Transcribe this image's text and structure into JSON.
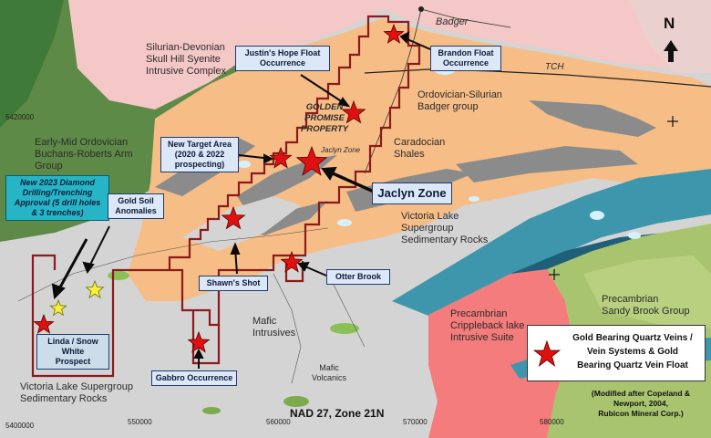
{
  "north_arrow": {
    "label": "N"
  },
  "units": {
    "silurian_devonian": [
      "Silurian-Devonian",
      "Skull Hill Syenite",
      "Intrusive Complex"
    ],
    "early_mid_ordovician": [
      "Early-Mid Ordovician",
      "Buchans-Roberts Arm",
      "Group"
    ],
    "ordovician_silurian": [
      "Ordovician-Silurian",
      "Badger group"
    ],
    "caradocian": [
      "Caradocian",
      "Shales"
    ],
    "victoria_lake_mid": [
      "Victoria Lake",
      "Supergroup",
      "Sedimentary Rocks"
    ],
    "victoria_lake_low": [
      "Victoria Lake Supergroup",
      "Sedimentary Rocks"
    ],
    "mafic_intrusives": "Mafic Intrusives",
    "mafic_volcanics": [
      "Mafic",
      "Volcanics"
    ],
    "crippleback": [
      "Precambrian",
      "Crippleback lake",
      "Intrusive Suite"
    ],
    "sandy_brook": [
      "Precambrian",
      "Sandy Brook Group"
    ]
  },
  "place_labels": {
    "badger": "Badger",
    "tch": "TCH",
    "property": [
      "GOLDEN",
      "PROMISE",
      "PROPERTY"
    ],
    "jaclyn_small": "Jaclyn Zone"
  },
  "coordinates": {
    "northing_top": "5420000",
    "northing_bottom": "5400000",
    "easting": [
      "550000",
      "560000",
      "570000",
      "580000"
    ]
  },
  "callouts": {
    "justins_hope": [
      "Justin's Hope Float",
      "Occurrence"
    ],
    "brandon_float": [
      "Brandon Float",
      "Occurrence"
    ],
    "new_target": [
      "New Target Area",
      "(2020 & 2022",
      "prospecting)"
    ],
    "jaclyn_zone": "Jaclyn Zone",
    "new_2023": [
      "New 2023 Diamond",
      "Drilling/Trenching",
      "Approval  (5 drill holes",
      "& 3 trenches)"
    ],
    "gold_soil": [
      "Gold Soil",
      "Anomalies"
    ],
    "shawns_shot": "Shawn's Shot",
    "otter_brook": "Otter Brook",
    "linda_snow_white": [
      "Linda / Snow White",
      "Prospect"
    ],
    "gabbro": "Gabbro Occurrence"
  },
  "legend": {
    "symbol": "red-star",
    "text": [
      "Gold Bearing Quartz  Veins /",
      "Vein Systems & Gold",
      "Bearing Quartz Vein Float"
    ]
  },
  "projection": "NAD 27, Zone 21N",
  "credit": [
    "(Modified after Copeland &",
    "Newport, 2004,",
    "Rubicon Mineral Corp.)"
  ],
  "colors": {
    "ordovician_orange": "#f6bd87",
    "skull_hill_pink": "#f4c8c6",
    "buchans_green": "#5d8a46",
    "shale_gray": "#8b8b8b",
    "victoria_gray": "#d4d4d4",
    "crippleback_red": "#f47c7c",
    "sandy_olive": "#a9c46f",
    "teal_volcanic": "#3e96ad",
    "property_outline": "#8c1a1a",
    "star_red": "#e01010",
    "star_yellow": "#f8f03a"
  }
}
